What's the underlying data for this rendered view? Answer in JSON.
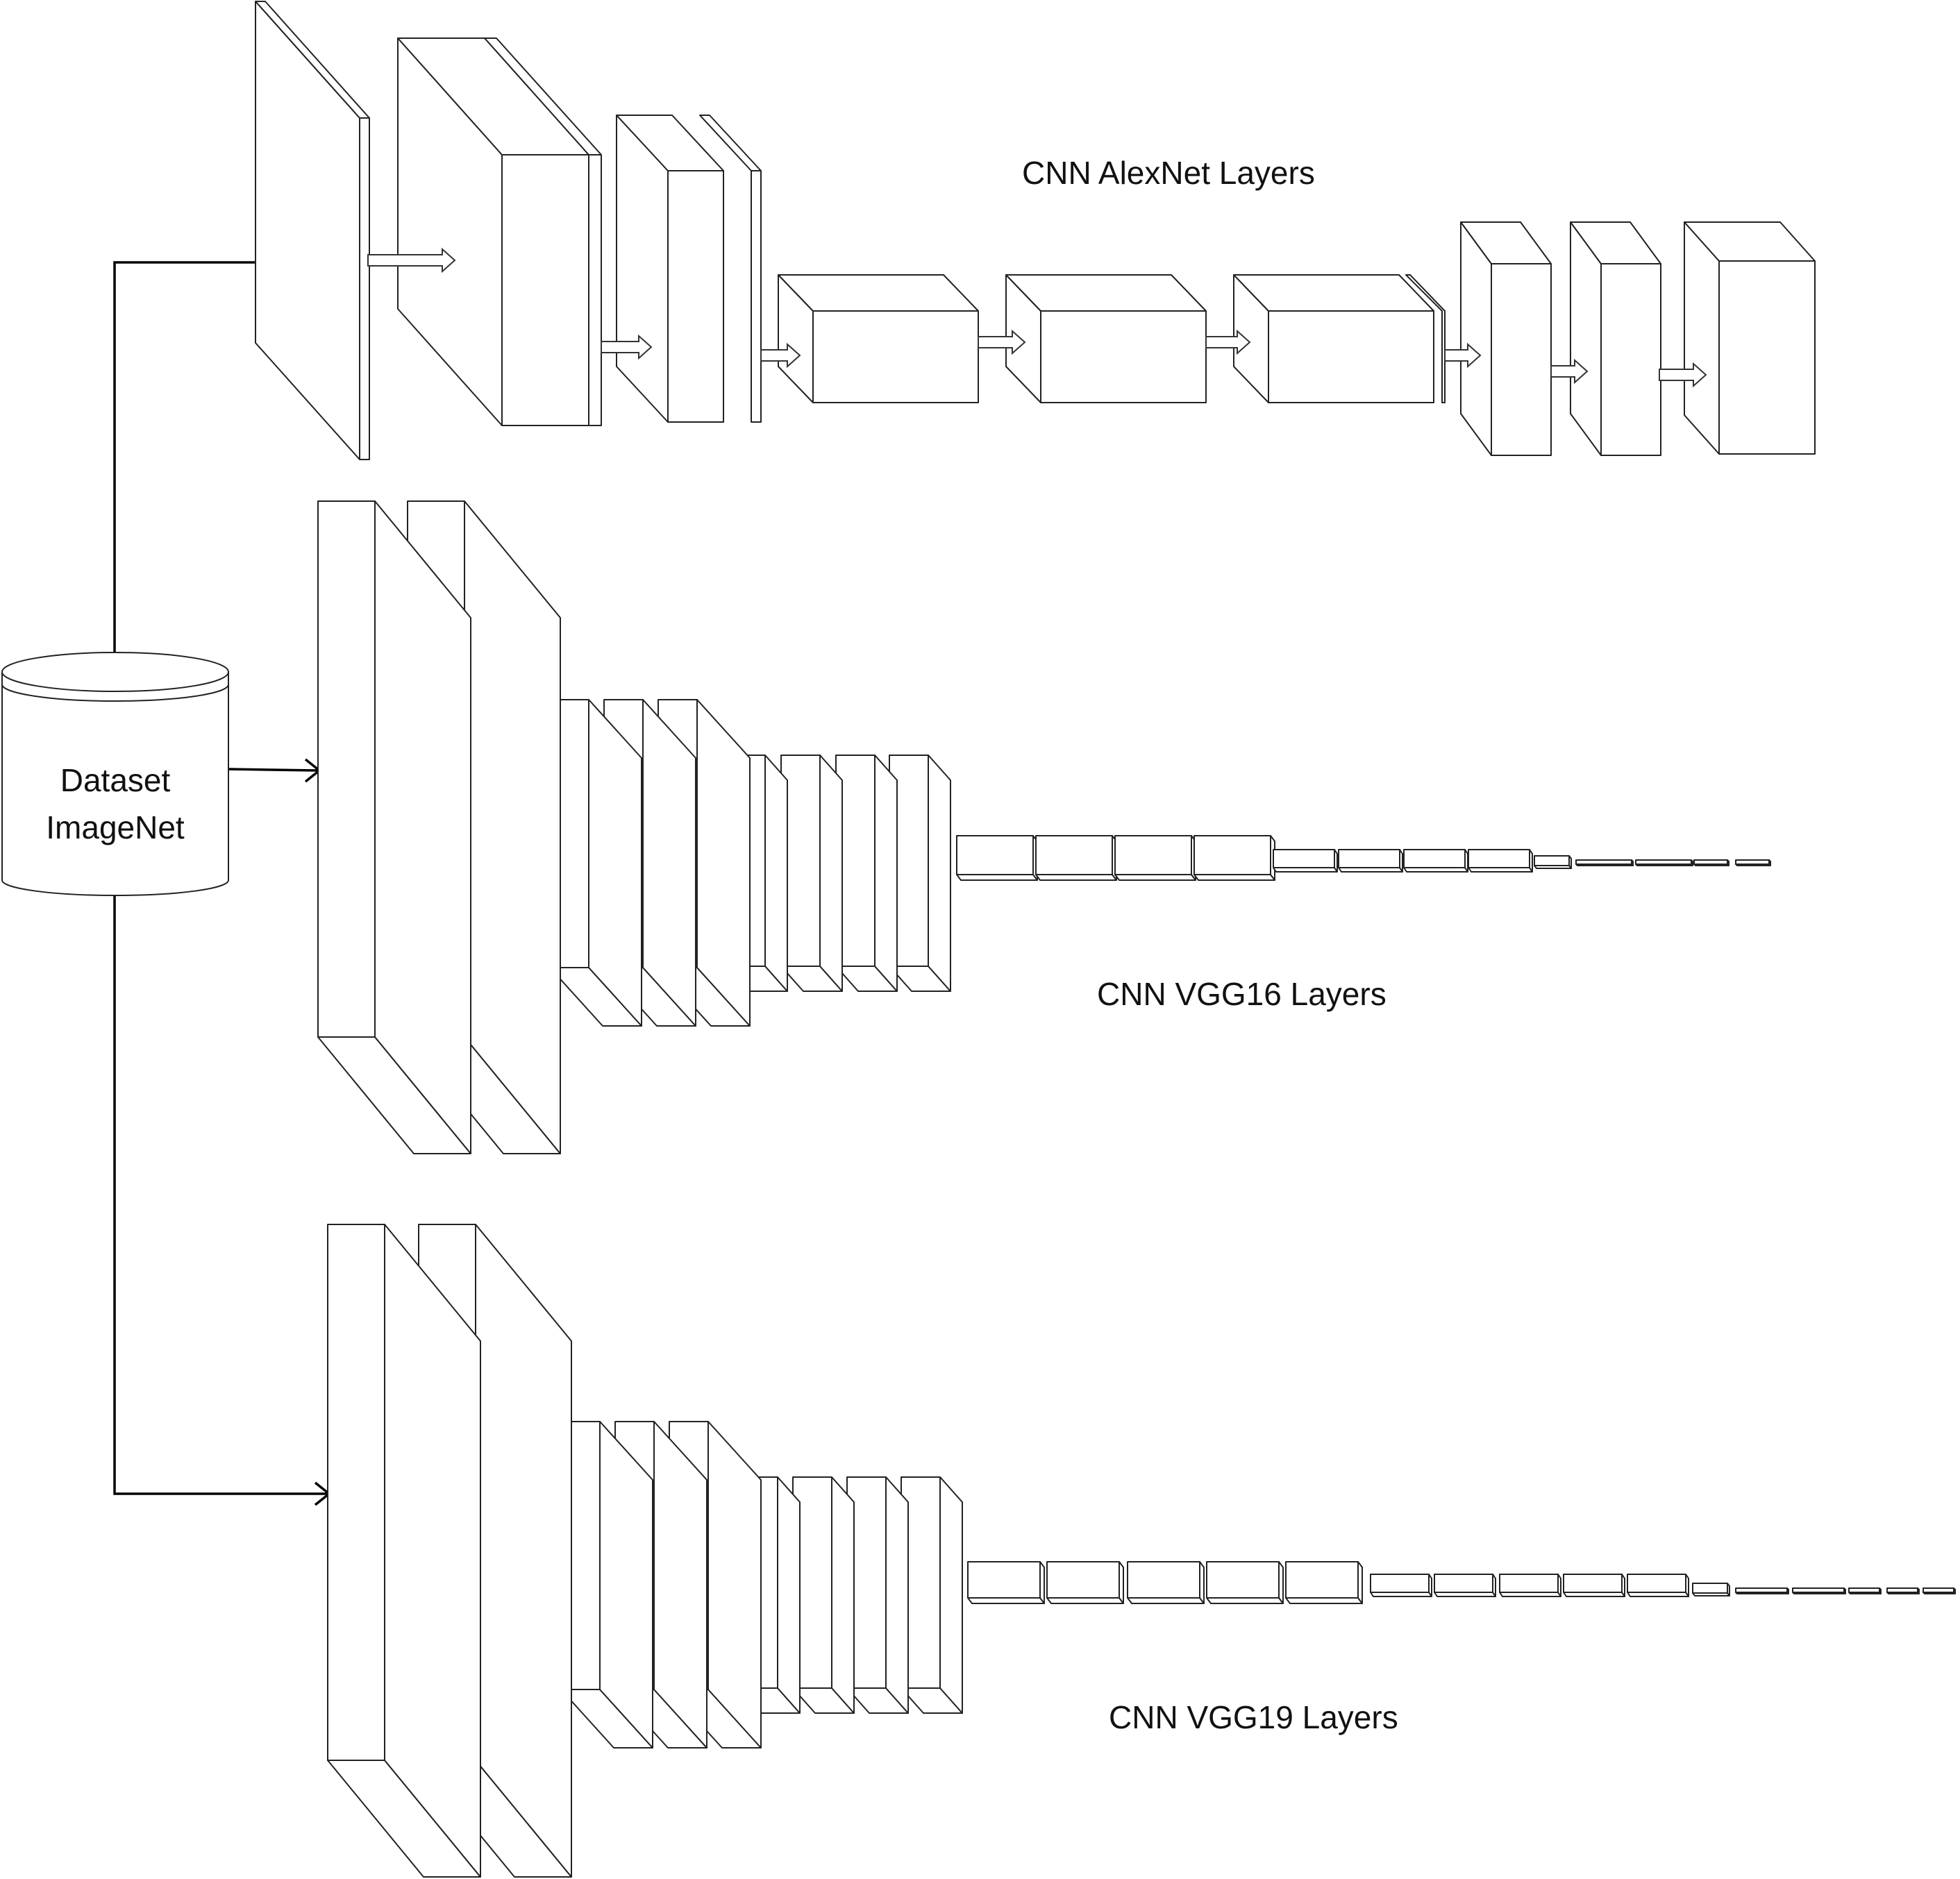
{
  "dataset": {
    "line1": "Dataset",
    "line2": "ImageNet"
  },
  "networks": {
    "alexnet": {
      "label": "CNN AlexNet Layers"
    },
    "vgg16": {
      "label": "CNN VGG16 Layers"
    },
    "vgg19": {
      "label": "CNN VGG19 Layers"
    }
  },
  "colors": {
    "line": "#000000",
    "face": "#ffffff",
    "text": "#111111"
  }
}
